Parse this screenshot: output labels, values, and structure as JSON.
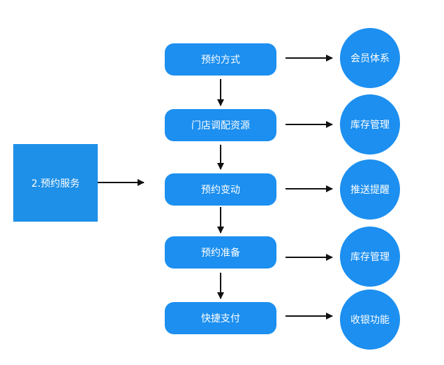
{
  "source": {
    "label": "2.预约服务"
  },
  "steps": [
    {
      "label": "预约方式"
    },
    {
      "label": "门店调配资源"
    },
    {
      "label": "预约变动"
    },
    {
      "label": "预约准备"
    },
    {
      "label": "快捷支付"
    }
  ],
  "outcomes": [
    {
      "label": "会员体系"
    },
    {
      "label": "库存管理"
    },
    {
      "label": "推送提醒"
    },
    {
      "label": "库存管理"
    },
    {
      "label": "收银功能"
    }
  ],
  "colors": {
    "node": "#1c8ff0",
    "source": "#1e90e8",
    "arrow": "#111111"
  }
}
